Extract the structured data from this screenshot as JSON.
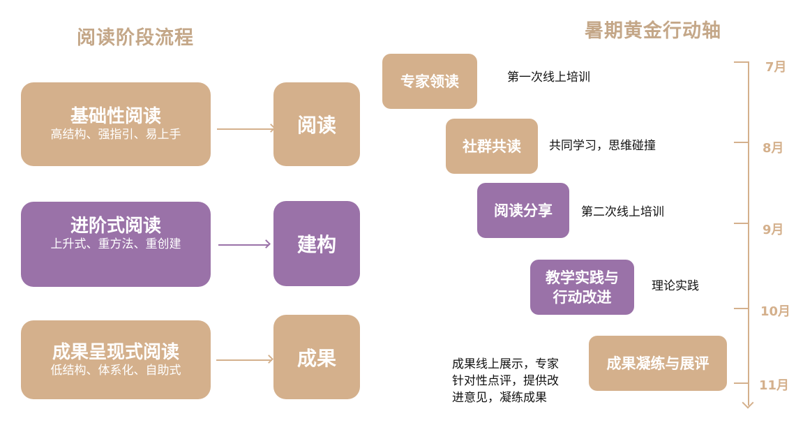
{
  "left_section": {
    "title": "阅读阶段流程",
    "stages": [
      {
        "name": "基础性阅读",
        "desc": "高结构、强指引、易上手",
        "result": "阅读",
        "color": "#d4b08c"
      },
      {
        "name": "进阶式阅读",
        "desc": "上升式、重方法、重创建",
        "result": "建构",
        "color": "#9a72a8"
      },
      {
        "name": "成果呈现式阅读",
        "desc": "低结构、体系化、自助式",
        "result": "成果",
        "color": "#d4b08c"
      }
    ]
  },
  "right_section": {
    "title": "暑期黄金行动轴",
    "months": [
      "7月",
      "8月",
      "9月",
      "10月",
      "11月"
    ],
    "events": [
      {
        "label": "专家领读",
        "note": "第一次线上培训"
      },
      {
        "label": "社群共读",
        "note": "共同学习，思维碰撞"
      },
      {
        "label": "阅读分享",
        "note": "第二次线上培训"
      },
      {
        "label_line1": "教学实践与",
        "label_line2": "行动改进",
        "note": "理论实践"
      },
      {
        "label": "成果凝练与展评",
        "note_lines": [
          "成果线上展示，专家",
          "针对性点评，提供改",
          "进意见，凝练成果"
        ]
      }
    ]
  },
  "colors": {
    "tan": "#d4b08c",
    "purple": "#9a72a8",
    "title": "#c4a788"
  }
}
